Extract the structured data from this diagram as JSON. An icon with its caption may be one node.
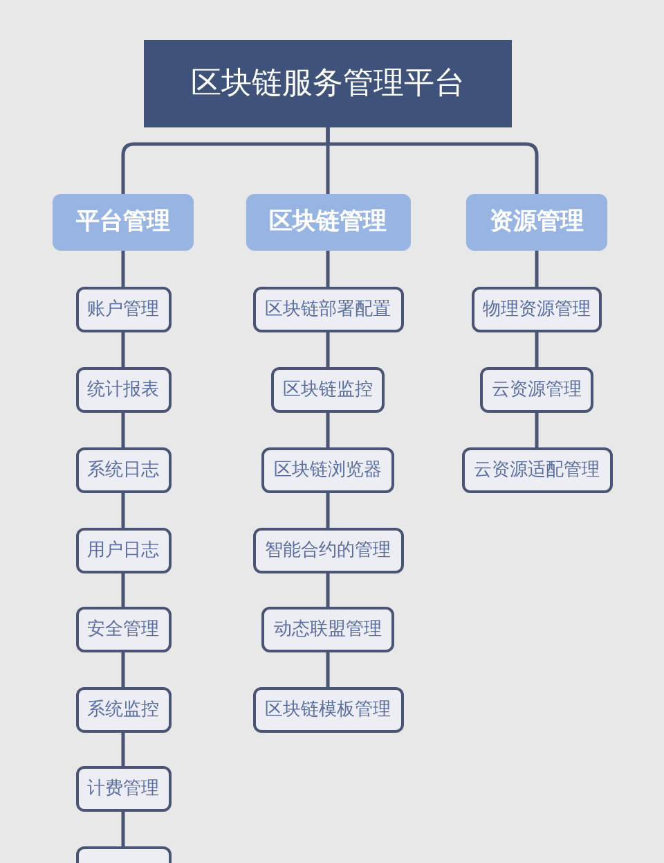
{
  "diagram": {
    "nodes": [
      {
        "text": [
          "区块链服务管理平台"
        ]
      },
      {
        "text": [
          "平台管理"
        ]
      },
      {
        "text": [
          "区块链管理"
        ]
      },
      {
        "text": [
          "资源管理"
        ]
      },
      {
        "text": [
          "账户管理"
        ]
      },
      {
        "text": [
          "统计报表"
        ]
      },
      {
        "text": [
          "系统日志"
        ]
      },
      {
        "text": [
          "用户日志"
        ]
      },
      {
        "text": [
          "安全管理"
        ]
      },
      {
        "text": [
          "系统监控"
        ]
      },
      {
        "text": [
          "计费管理"
        ]
      },
      {
        "text": [],
        "shape": "box"
      },
      {
        "text": [
          "区块链部署配置"
        ]
      },
      {
        "text": [
          "区块链监控"
        ]
      },
      {
        "text": [
          "区块链浏览器"
        ]
      },
      {
        "text": [
          "智能合约的管理"
        ]
      },
      {
        "text": [
          "动态联盟管理"
        ]
      },
      {
        "text": [
          "区块链模板管理"
        ]
      },
      {
        "text": [
          "物理资源管理"
        ]
      },
      {
        "text": [
          "云资源管理"
        ]
      },
      {
        "text": [
          "云资源适配管理"
        ]
      }
    ],
    "edges": [
      {
        "from": 0,
        "to": 1,
        "arrow": "none"
      },
      {
        "from": 0,
        "to": 2,
        "arrow": "none"
      },
      {
        "from": 0,
        "to": 3,
        "arrow": "none"
      },
      {
        "from": 1,
        "to": 4,
        "arrow": "none"
      },
      {
        "from": 4,
        "to": 5,
        "arrow": "none"
      },
      {
        "from": 5,
        "to": 6,
        "arrow": "none"
      },
      {
        "from": 6,
        "to": 7,
        "arrow": "none"
      },
      {
        "from": 7,
        "to": 8,
        "arrow": "none"
      },
      {
        "from": 8,
        "to": 9,
        "arrow": "none"
      },
      {
        "from": 9,
        "to": 10,
        "arrow": "none"
      },
      {
        "from": 10,
        "to": 11,
        "arrow": "none"
      },
      {
        "from": 2,
        "to": 12,
        "arrow": "none"
      },
      {
        "from": 12,
        "to": 13,
        "arrow": "none"
      },
      {
        "from": 13,
        "to": 14,
        "arrow": "none"
      },
      {
        "from": 14,
        "to": 15,
        "arrow": "none"
      },
      {
        "from": 15,
        "to": 16,
        "arrow": "none"
      },
      {
        "from": 16,
        "to": 17,
        "arrow": "none"
      },
      {
        "from": 3,
        "to": 18,
        "arrow": "none"
      },
      {
        "from": 18,
        "to": 19,
        "arrow": "none"
      },
      {
        "from": 19,
        "to": 20,
        "arrow": "none"
      }
    ]
  }
}
